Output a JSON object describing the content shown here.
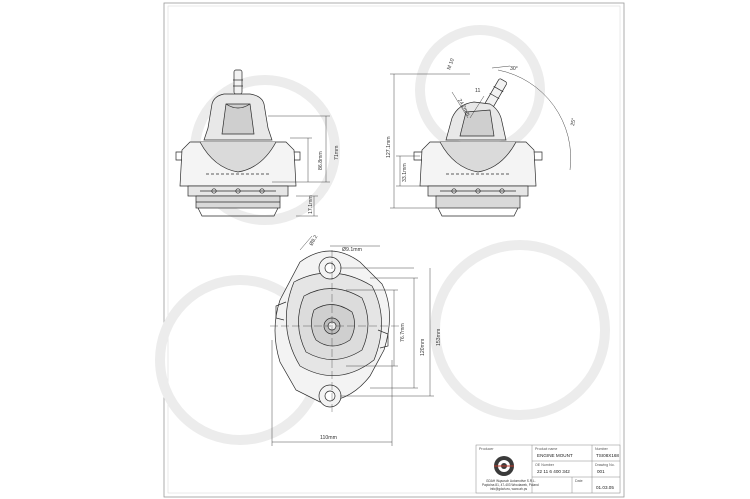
{
  "dimensions": {
    "side_left_total": "86.8mm",
    "side_left_partial": "71mm",
    "side_left_base": "17.1mm",
    "side_right_height": "127.1mm",
    "side_right_low": "33.1mm",
    "side_right_angle_small": "11",
    "side_right_width": "24.2mm",
    "side_right_stud": "M 10",
    "side_right_angle": "30°",
    "side_right_arc": "25°",
    "top_hole": "Ø8.2",
    "top_diameter": "Ø9.1mm",
    "top_inner": "76.7mm",
    "top_height": "120mm",
    "top_total": "153mm",
    "top_width": "110mm"
  },
  "title_block": {
    "header_producer": "Producer",
    "header_product_name": "Product name",
    "header_number": "Number",
    "product_name": "ENGINE MOUNT",
    "number": "TSI08X168",
    "header_oe_number": "OE Number",
    "header_drawing_no": "Drawing No.",
    "header_date": "Date",
    "oe_number": "22 11 6 400 342",
    "drawing_no": "001",
    "date": "01.03.05",
    "company_line1": "GDAH Wąsosch Automotive S.R.L.",
    "company_line2": "Papiolna 81, 47-403 Wrocławek, Poland",
    "company_line3": "info@gdah.eu, www.ah.ps"
  },
  "colors": {
    "line": "#2a2a2a",
    "shading": "#c8c8c8",
    "watermark": "#e9e9e9"
  }
}
